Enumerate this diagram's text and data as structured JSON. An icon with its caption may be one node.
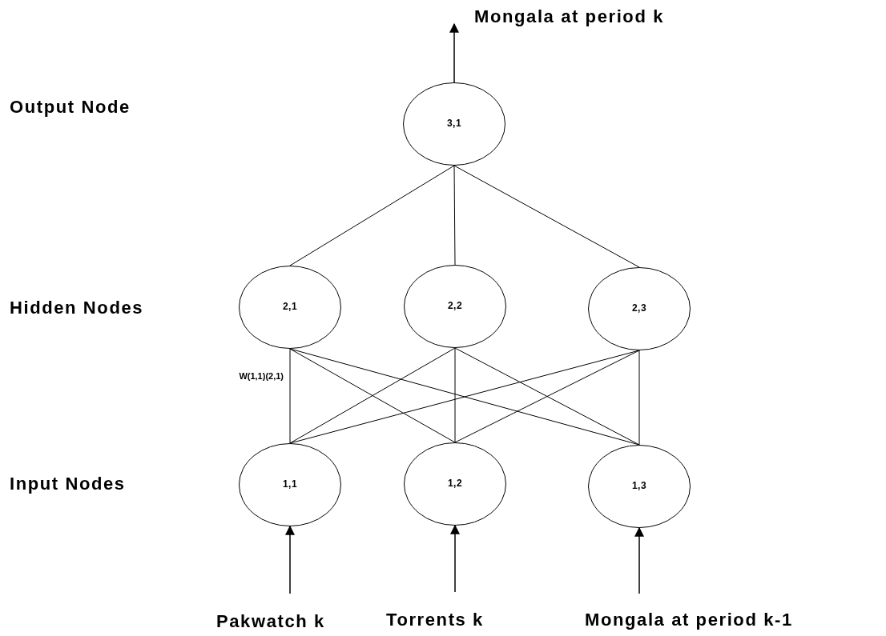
{
  "diagram": {
    "nodes": [
      {
        "text": [
          "Mongala at period k"
        ]
      },
      {
        "text": [
          "3,1"
        ]
      },
      {
        "text": [
          "2,1"
        ]
      },
      {
        "text": [
          "2,2"
        ]
      },
      {
        "text": [
          "2,3"
        ]
      },
      {
        "text": [
          "1,1"
        ]
      },
      {
        "text": [
          "1,2"
        ]
      },
      {
        "text": [
          "1,3"
        ]
      },
      {
        "text": [
          "Pakwatch k"
        ]
      },
      {
        "text": [
          "Torrents k"
        ]
      },
      {
        "text": [
          "Mongala at period k-1"
        ]
      }
    ],
    "edges": [
      {
        "from": 1,
        "to": 0,
        "arrow": "to"
      },
      {
        "from": 2,
        "to": 1,
        "arrow": "none"
      },
      {
        "from": 3,
        "to": 1,
        "arrow": "none"
      },
      {
        "from": 4,
        "to": 1,
        "arrow": "none"
      },
      {
        "from": 5,
        "to": 2,
        "arrow": "none",
        "label": "W(1,1)(2,1)"
      },
      {
        "from": 5,
        "to": 3,
        "arrow": "none"
      },
      {
        "from": 5,
        "to": 4,
        "arrow": "none"
      },
      {
        "from": 6,
        "to": 2,
        "arrow": "none"
      },
      {
        "from": 6,
        "to": 3,
        "arrow": "none"
      },
      {
        "from": 6,
        "to": 4,
        "arrow": "none"
      },
      {
        "from": 7,
        "to": 2,
        "arrow": "none"
      },
      {
        "from": 7,
        "to": 3,
        "arrow": "none"
      },
      {
        "from": 7,
        "to": 4,
        "arrow": "none"
      },
      {
        "from": 8,
        "to": 5,
        "arrow": "to"
      },
      {
        "from": 9,
        "to": 6,
        "arrow": "to"
      },
      {
        "from": 10,
        "to": 7,
        "arrow": "to"
      }
    ],
    "labels": [
      "Output Node",
      "Hidden Nodes",
      "Input Nodes"
    ]
  }
}
